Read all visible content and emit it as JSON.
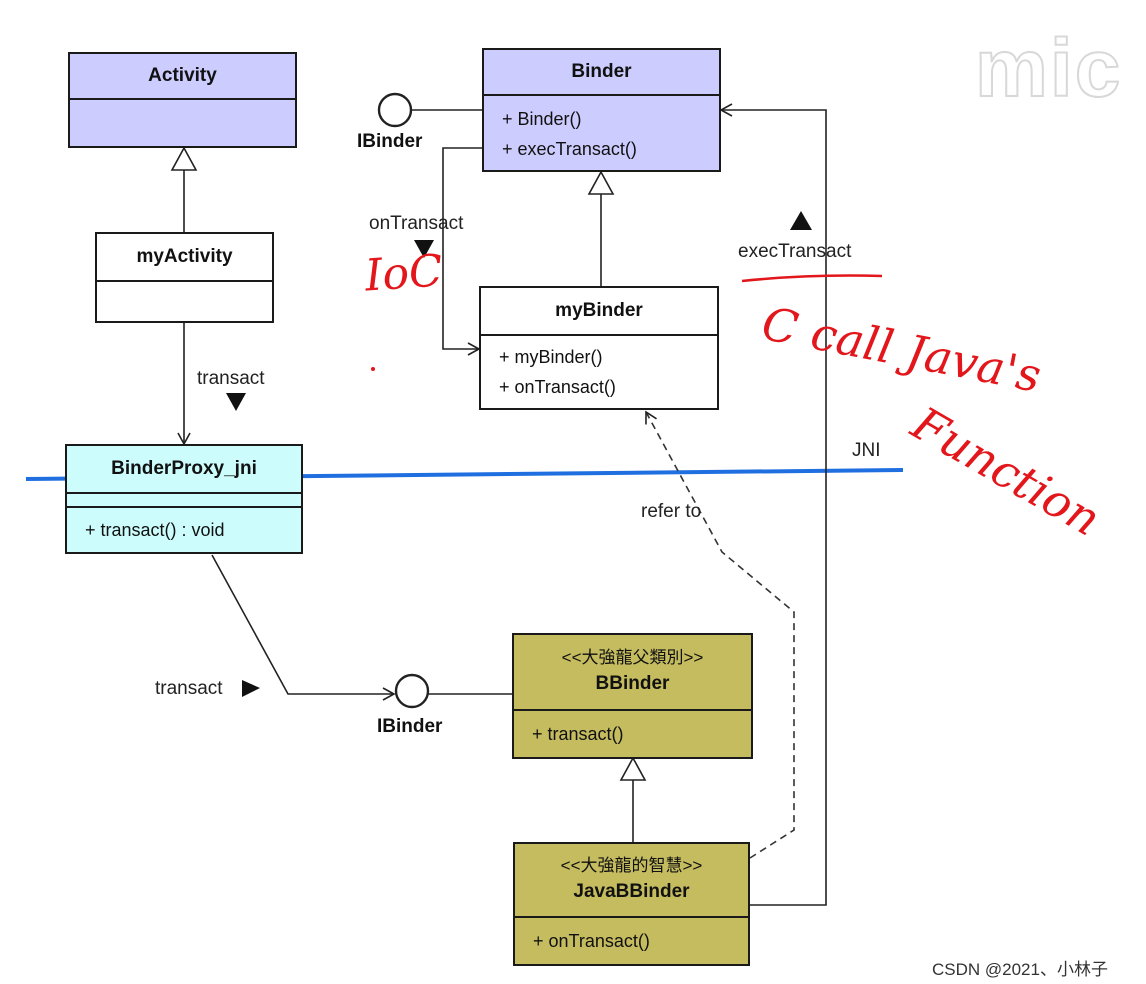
{
  "colors": {
    "purple_fill": "#ccccfe",
    "white_fill": "#ffffff",
    "cyan_fill": "#cdfcfc",
    "olive_fill": "#c5bc5f",
    "jni_line": "#1f6fe0",
    "handwriting": "#e3161b"
  },
  "classes": {
    "activity": {
      "name": "Activity",
      "ops": []
    },
    "my_activity": {
      "name": "myActivity",
      "ops": []
    },
    "binder_proxy": {
      "name": "BinderProxy_jni",
      "ops": [
        "+ transact() : void"
      ]
    },
    "binder": {
      "name": "Binder",
      "ops": [
        "+ Binder()",
        "+ execTransact()"
      ]
    },
    "my_binder": {
      "name": "myBinder",
      "ops": [
        "+ myBinder()",
        "+ onTransact()"
      ]
    },
    "bbinder": {
      "stereotype": "<<大強龍父類別>>",
      "name": "BBinder",
      "ops": [
        "+ transact()"
      ]
    },
    "java_bbinder": {
      "stereotype": "<<大強龍的智慧>>",
      "name": "JavaBBinder",
      "ops": [
        "+ onTransact()"
      ]
    }
  },
  "interfaces": {
    "ibinder_top": "IBinder",
    "ibinder_bottom": "IBinder"
  },
  "labels": {
    "transact_top": "transact",
    "transact_bottom": "transact",
    "on_transact": "onTransact",
    "exec_transact": "execTransact",
    "refer_to": "refer to",
    "jni": "JNI"
  },
  "handwriting": {
    "ioc": "IoC",
    "c_call": "C call Java's",
    "function": "Function"
  },
  "watermark": "mic",
  "credit": "CSDN @2021、小林子"
}
